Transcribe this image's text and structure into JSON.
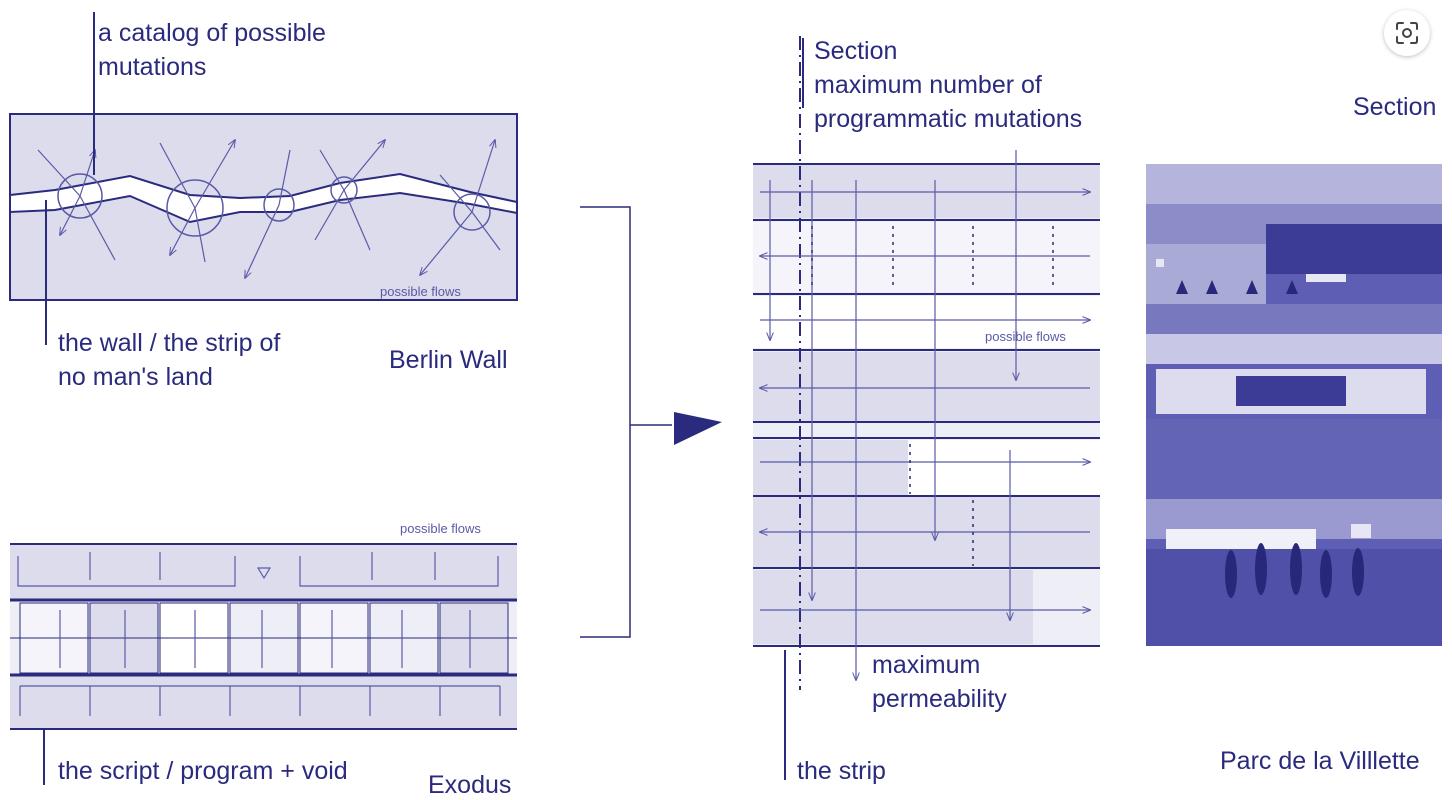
{
  "berlin": {
    "title": "Berlin Wall",
    "catalog_line1": "a catalog of possible",
    "catalog_line2": "mutations",
    "flows": "possible flows",
    "wall_line1": "the wall / the strip of",
    "wall_line2": "no man's land"
  },
  "exodus": {
    "title": "Exodus",
    "flows": "possible flows",
    "script": "the script / program + void"
  },
  "villette": {
    "section_line1": "Section",
    "section_line2": "maximum number of",
    "section_line3": "programmatic mutations",
    "flows": "possible flows",
    "perm_line1": "maximum",
    "perm_line2": "permeability",
    "strip": "the strip",
    "photo_caption": "Parc de la Villlette",
    "corner_label": "Section"
  },
  "lens_button": {
    "icon": "lens-icon"
  },
  "colors": {
    "ink": "#2a2a7e",
    "fill": "#dcdcec",
    "fill_light": "#eeeef6"
  }
}
